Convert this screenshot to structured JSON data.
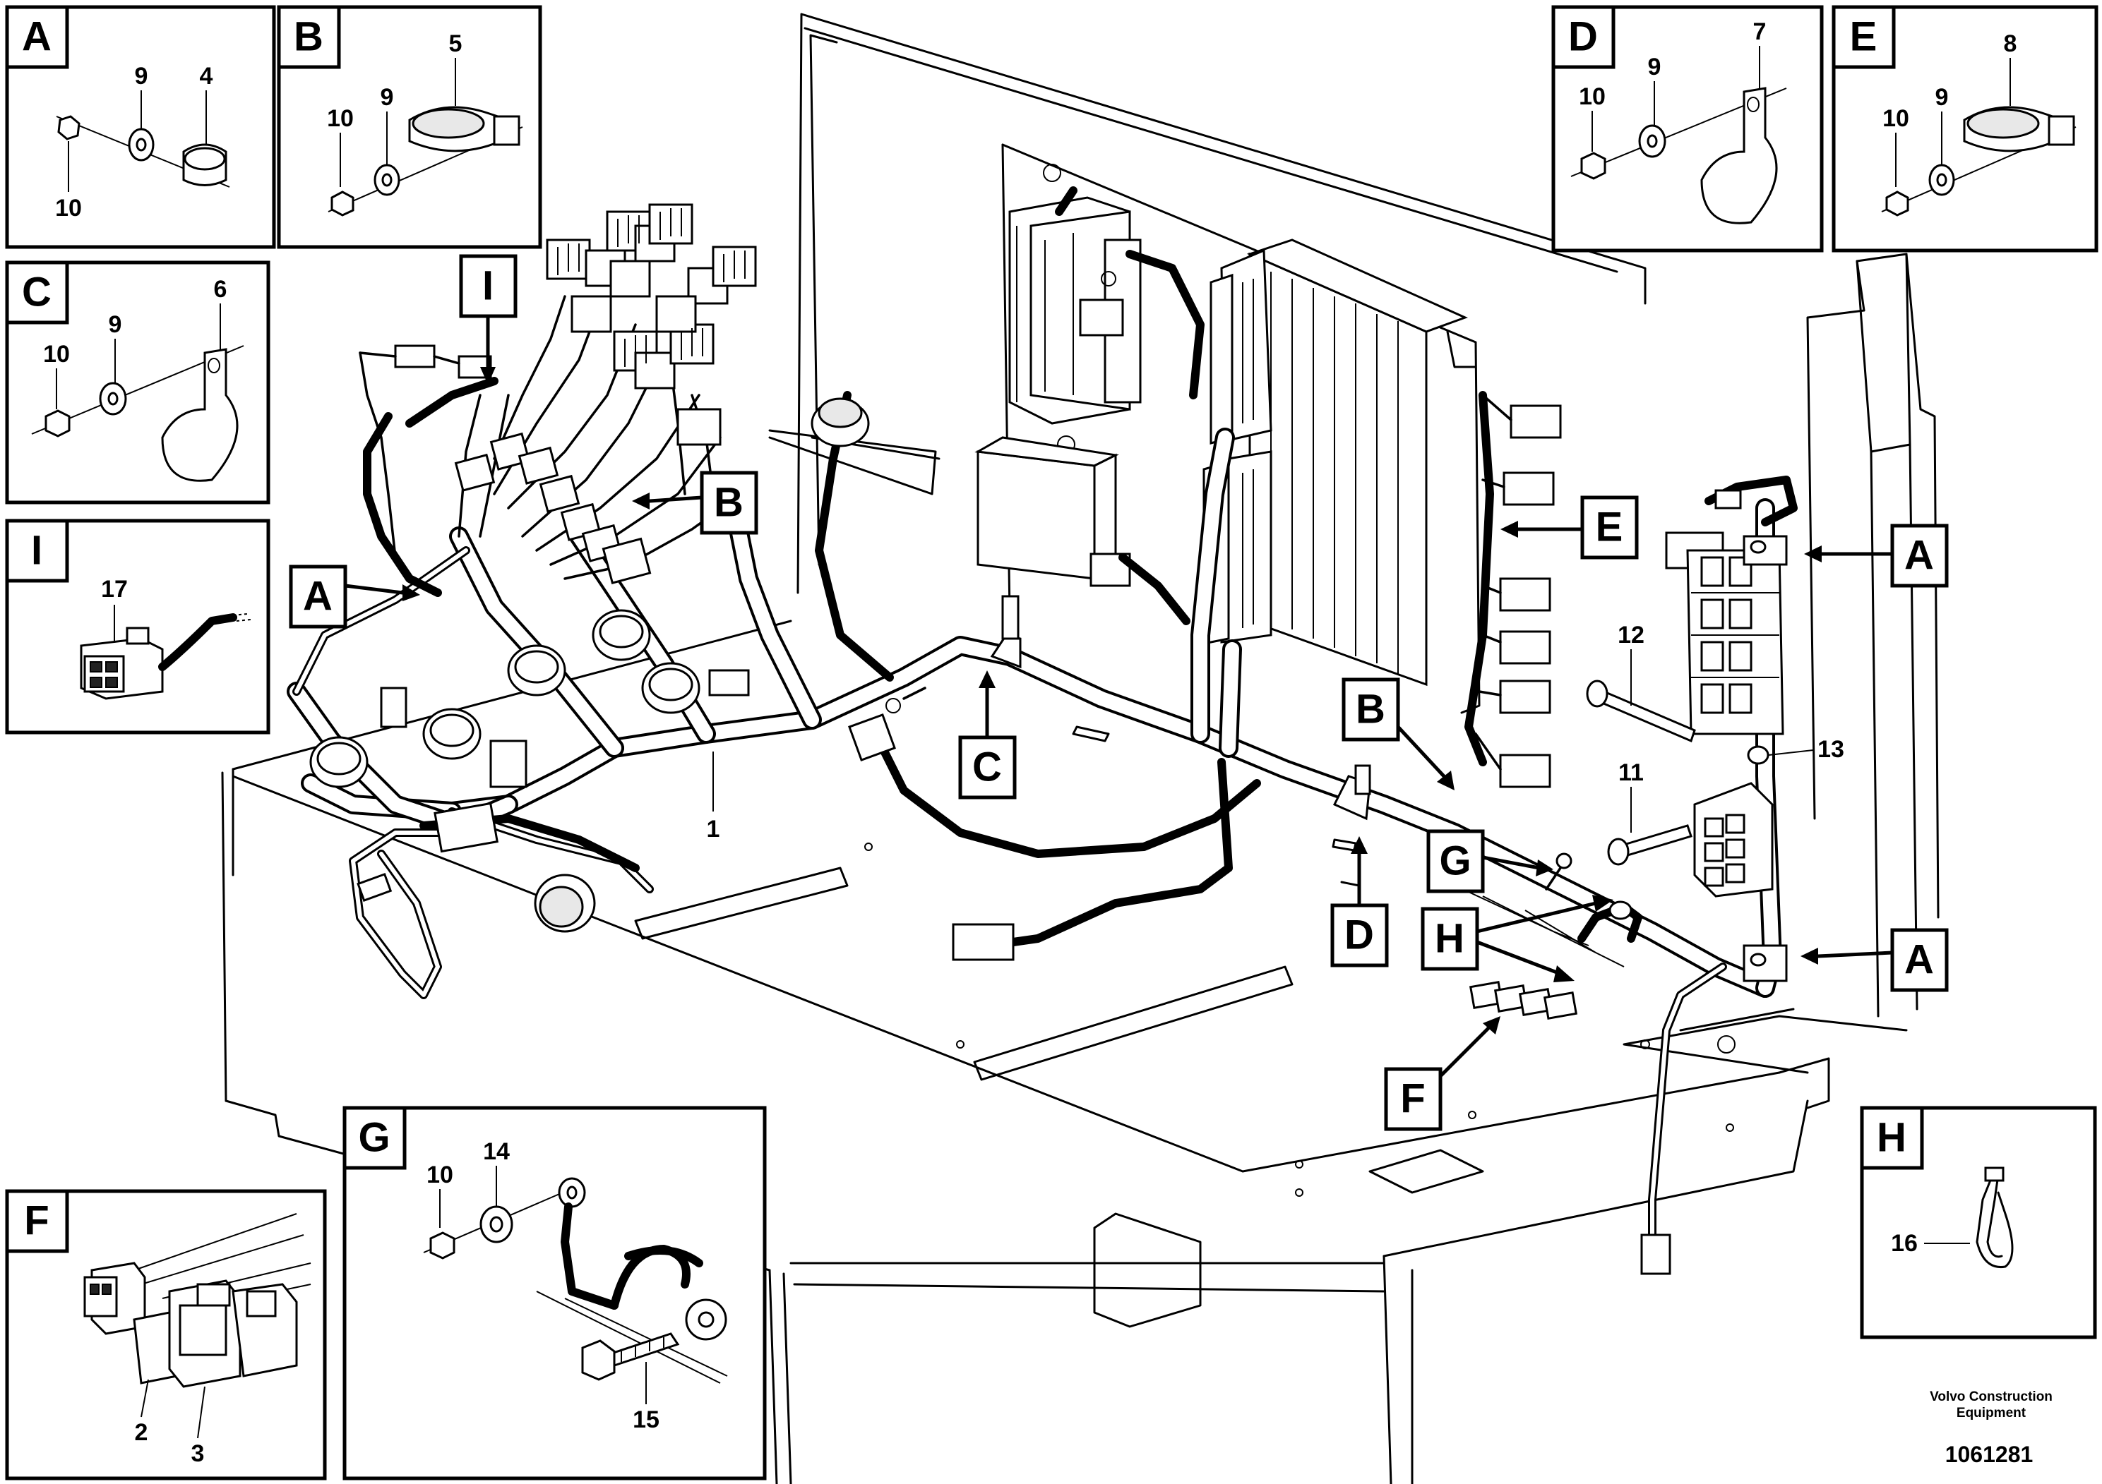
{
  "inset_panels": {
    "A": {
      "letter": "A",
      "parts": [
        "9",
        "4",
        "10"
      ]
    },
    "B": {
      "letter": "B",
      "parts": [
        "5",
        "10",
        "9"
      ]
    },
    "C": {
      "letter": "C",
      "parts": [
        "6",
        "9",
        "10"
      ]
    },
    "I": {
      "letter": "I",
      "parts": [
        "17"
      ]
    },
    "D": {
      "letter": "D",
      "parts": [
        "7",
        "9",
        "10"
      ]
    },
    "E": {
      "letter": "E",
      "parts": [
        "8",
        "10",
        "9"
      ]
    },
    "F": {
      "letter": "F",
      "parts": [
        "2",
        "3"
      ]
    },
    "G": {
      "letter": "G",
      "parts": [
        "14",
        "10",
        "15"
      ]
    },
    "H": {
      "letter": "H",
      "parts": [
        "16"
      ]
    }
  },
  "callouts": {
    "main_I": "I",
    "main_B_top": "B",
    "main_A_left": "A",
    "main_C": "C",
    "main_E": "E",
    "main_A_right_top": "A",
    "main_B_right": "B",
    "main_G": "G",
    "main_D": "D",
    "main_H": "H",
    "main_A_right_bottom": "A",
    "main_F": "F"
  },
  "part_numbers": {
    "harness": "1",
    "screw_11": "11",
    "screw_12": "12",
    "washer_13": "13"
  },
  "footer": {
    "brand_line1": "Volvo Construction",
    "brand_line2": "Equipment",
    "doc_number": "1061281"
  }
}
